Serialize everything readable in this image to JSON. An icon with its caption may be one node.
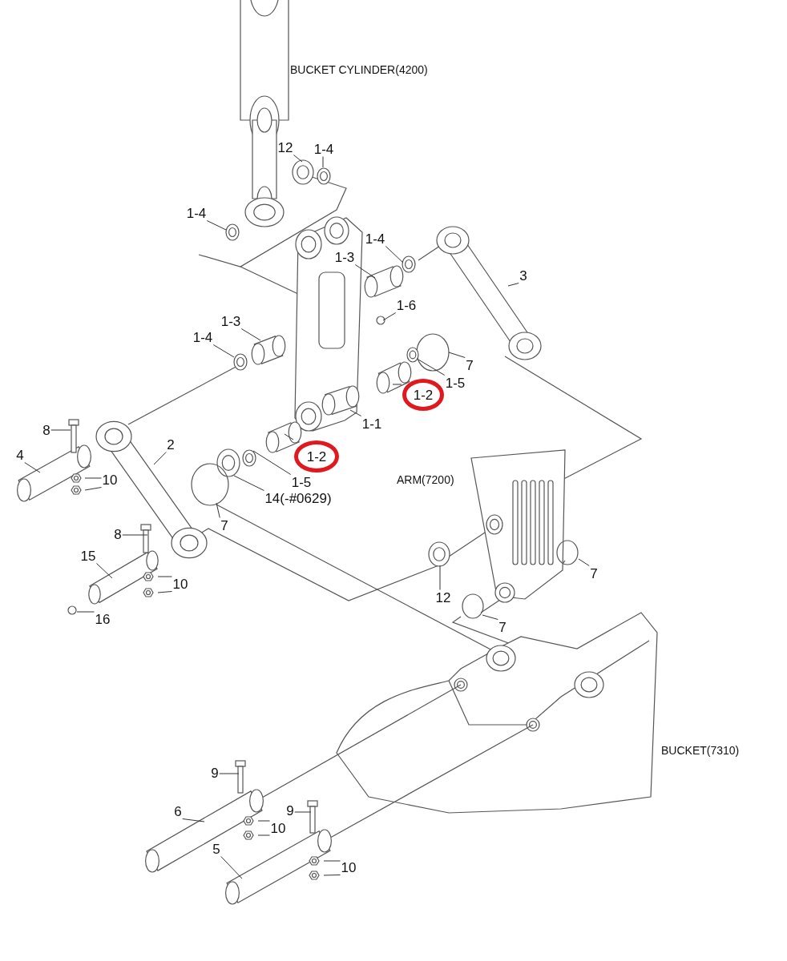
{
  "diagram": {
    "nodes": [
      {
        "text": [
          "12"
        ]
      },
      {
        "text": [
          "1-4"
        ]
      },
      {
        "text": [
          "1-4"
        ]
      },
      {
        "text": [
          "1-4"
        ]
      },
      {
        "text": [
          "1-3"
        ]
      },
      {
        "text": [
          "3"
        ]
      },
      {
        "text": [
          "1-6"
        ]
      },
      {
        "text": [
          "1-3"
        ]
      },
      {
        "text": [
          "1-4"
        ]
      },
      {
        "text": [
          "7"
        ]
      },
      {
        "text": [
          "1-5"
        ]
      },
      {
        "text": [
          "1-2"
        ]
      },
      {
        "text": [
          "1-1"
        ]
      },
      {
        "text": [
          "8"
        ]
      },
      {
        "text": [
          "2"
        ]
      },
      {
        "text": [
          "1-2"
        ]
      },
      {
        "text": [
          "4"
        ]
      },
      {
        "text": [
          "1-5"
        ]
      },
      {
        "text": [
          "10"
        ]
      },
      {
        "text": [
          "14(-#0629)"
        ]
      },
      {
        "text": [
          "7"
        ]
      },
      {
        "text": [
          "8"
        ]
      },
      {
        "text": [
          "15"
        ]
      },
      {
        "text": [
          "10"
        ]
      },
      {
        "text": [
          "7"
        ]
      },
      {
        "text": [
          "12"
        ]
      },
      {
        "text": [
          "16"
        ]
      },
      {
        "text": [
          "7"
        ]
      },
      {
        "text": [
          "9"
        ]
      },
      {
        "text": [
          "6"
        ]
      },
      {
        "text": [
          "9"
        ]
      },
      {
        "text": [
          "10"
        ]
      },
      {
        "text": [
          "5"
        ]
      },
      {
        "text": [
          "10"
        ]
      }
    ],
    "edges": [
      {
        "from": 0,
        "to": null,
        "arrow": "none"
      },
      {
        "from": 1,
        "to": null,
        "arrow": "none"
      },
      {
        "from": 2,
        "to": null,
        "arrow": "none"
      },
      {
        "from": 3,
        "to": null,
        "arrow": "none"
      },
      {
        "from": 4,
        "to": null,
        "arrow": "none"
      },
      {
        "from": 5,
        "to": null,
        "arrow": "none"
      },
      {
        "from": 6,
        "to": null,
        "arrow": "none"
      },
      {
        "from": 7,
        "to": null,
        "arrow": "none"
      },
      {
        "from": 8,
        "to": null,
        "arrow": "none"
      },
      {
        "from": 9,
        "to": null,
        "arrow": "none"
      },
      {
        "from": 10,
        "to": null,
        "arrow": "none"
      },
      {
        "from": 11,
        "to": null,
        "arrow": "none"
      },
      {
        "from": 12,
        "to": null,
        "arrow": "none"
      },
      {
        "from": 13,
        "to": null,
        "arrow": "none"
      },
      {
        "from": 14,
        "to": null,
        "arrow": "none"
      },
      {
        "from": 15,
        "to": null,
        "arrow": "none"
      },
      {
        "from": 16,
        "to": null,
        "arrow": "none"
      },
      {
        "from": 17,
        "to": null,
        "arrow": "none"
      },
      {
        "from": 18,
        "to": null,
        "arrow": "none"
      },
      {
        "from": 18,
        "to": null,
        "arrow": "none"
      },
      {
        "from": 19,
        "to": null,
        "arrow": "none"
      },
      {
        "from": 20,
        "to": null,
        "arrow": "none"
      },
      {
        "from": 21,
        "to": null,
        "arrow": "none"
      },
      {
        "from": 22,
        "to": null,
        "arrow": "none"
      },
      {
        "from": 23,
        "to": null,
        "arrow": "none"
      },
      {
        "from": 23,
        "to": null,
        "arrow": "none"
      },
      {
        "from": 24,
        "to": null,
        "arrow": "none"
      },
      {
        "from": 25,
        "to": null,
        "arrow": "none"
      },
      {
        "from": 26,
        "to": null,
        "arrow": "none"
      },
      {
        "from": 27,
        "to": null,
        "arrow": "none"
      },
      {
        "from": 28,
        "to": null,
        "arrow": "none"
      },
      {
        "from": 29,
        "to": null,
        "arrow": "none"
      },
      {
        "from": 30,
        "to": null,
        "arrow": "none"
      },
      {
        "from": 31,
        "to": null,
        "arrow": "none"
      },
      {
        "from": 31,
        "to": null,
        "arrow": "none"
      },
      {
        "from": 32,
        "to": null,
        "arrow": "none"
      },
      {
        "from": 33,
        "to": null,
        "arrow": "none"
      },
      {
        "from": 33,
        "to": null,
        "arrow": "none"
      }
    ],
    "labels": [
      "BUCKET CYLINDER(4200)",
      "ARM(7200)",
      "BUCKET(7310)"
    ]
  }
}
